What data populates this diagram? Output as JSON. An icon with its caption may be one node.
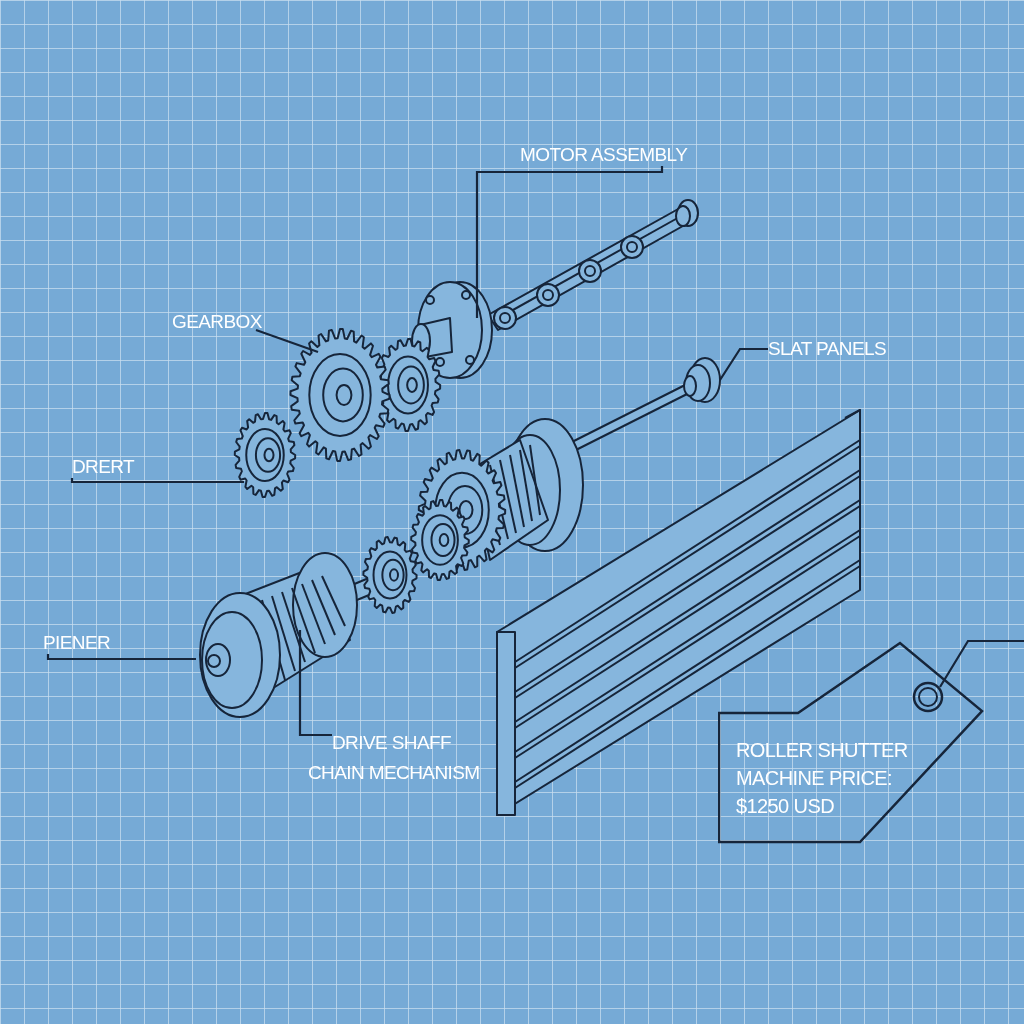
{
  "diagram": {
    "nodes": [
      {
        "text": [
          "MOTOR ASSEMBLY"
        ]
      },
      {
        "text": [
          "GEARBOX"
        ]
      },
      {
        "text": [
          "SLAT PANELS"
        ]
      },
      {
        "text": [
          "DRERT"
        ]
      },
      {
        "text": [
          "PIENER"
        ]
      },
      {
        "text": [
          "DRIVE SHAFF"
        ]
      },
      {
        "text": [
          "ROLLER SHUTTER MACHINE PRICE: $1250 USD"
        ]
      }
    ],
    "edges": [
      {
        "from": 0,
        "to": null,
        "arrow": "none"
      },
      {
        "from": 1,
        "to": null,
        "arrow": "none"
      },
      {
        "from": 2,
        "to": null,
        "arrow": "none"
      },
      {
        "from": 3,
        "to": null,
        "arrow": "none"
      },
      {
        "from": 4,
        "to": null,
        "arrow": "none"
      },
      {
        "from": 5,
        "to": null,
        "arrow": "none"
      },
      {
        "from": 6,
        "to": null,
        "arrow": "none"
      }
    ],
    "labels": [
      "CHAIN MECHANISM"
    ]
  }
}
